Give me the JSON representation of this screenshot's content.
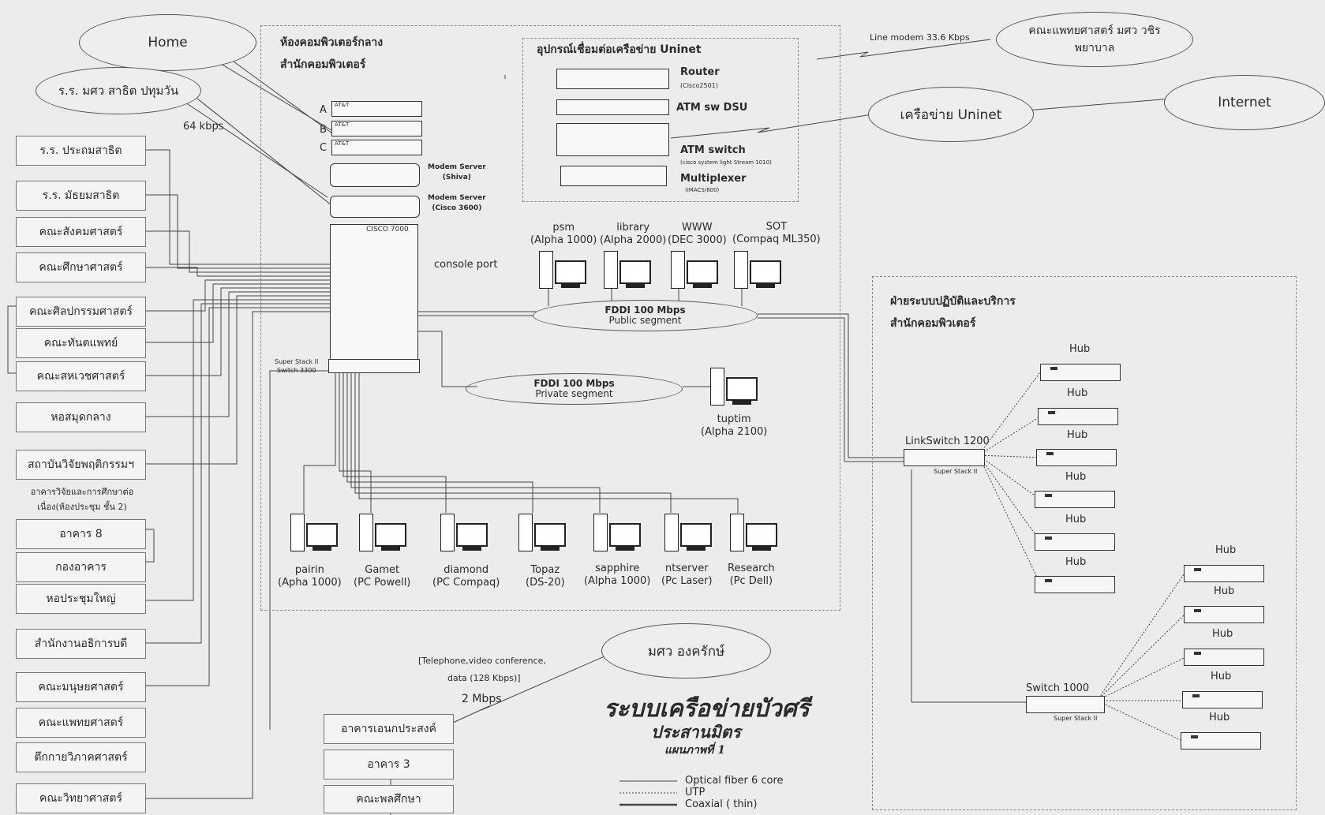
{
  "left_sites": [
    "ร.ร. ประถมสาธิต",
    "ร.ร. มัธยมสาธิต",
    "คณะสังคมศาสตร์",
    "คณะศึกษาศาสตร์",
    "คณะศิลปกรรมศาสตร์",
    "คณะทันตแพทย์",
    "คณะสหเวชศาสตร์",
    "หอสมุดกลาง",
    "สถาบันวิจัยพฤติกรรมฯ",
    "อาคาร 8",
    "กองอาคาร",
    "หอประชุมใหญ่",
    "สำนักงานอธิการบดี",
    "คณะมนุษยศาสตร์",
    "คณะแพทยศาสตร์",
    "ตึกกายวิภาคศาสตร์",
    "คณะวิทยาศาสตร์"
  ],
  "research_building_label": "อาคารวิจัยและการศึกษาต่อเนื่อง(ห้องประชุม ชั้น 2)",
  "ellipses": {
    "home": "Home",
    "patumwan": "ร.ร. มศว สาธิต ปทุมวัน",
    "medicine_vajira": "คณะแพทยศาสตร์ มศว วชิรพยาบาล",
    "uninet": "เครือข่าย Uninet",
    "internet": "Internet",
    "ongkharak": "มศว องครักษ์"
  },
  "links": {
    "kbps64": "64 kbps",
    "line_modem": "Line modem 33.6 Kbps",
    "telephone": "[Telephone,video conference,",
    "telephone2": "data (128 Kbps)]",
    "mbps2": "2 Mbps"
  },
  "central_room": {
    "line1": "ห้องคอมพิวเตอร์กลาง",
    "line2": "สำนักคอมพิวเตอร์"
  },
  "uninet_box": {
    "title": "อุปกรณ์เชื่อมต่อเครือข่าย Uninet",
    "router": "Router",
    "router_sub": "(Cisco2501)",
    "atm_dsu": "ATM sw DSU",
    "atm_switch": "ATM switch",
    "atm_switch_sub": "(cisco system light Stream 1010)",
    "multiplexer": "Multiplexer",
    "multiplexer_sub": "(IMACS/800)"
  },
  "modems": {
    "rows": [
      "A",
      "B",
      "C"
    ],
    "att": "AT&T",
    "shiva1": "Modem Server",
    "shiva2": "(Shiva)",
    "cisco1": "Modem Server",
    "cisco2": "(Cisco 3600)"
  },
  "cisco7000": "CISCO 7000",
  "console_port": "console port",
  "superstack": {
    "line1": "Super Stack II",
    "line2": "Switch 3300"
  },
  "fddi_public": {
    "line1": "FDDI 100 Mbps",
    "line2": "Public segment"
  },
  "fddi_private": {
    "line1": "FDDI 100 Mbps",
    "line2": "Private segment"
  },
  "servers_top": [
    {
      "name": "psm",
      "model": "(Alpha 1000)"
    },
    {
      "name": "library",
      "model": "(Alpha 2000)"
    },
    {
      "name": "WWW",
      "model": "(DEC 3000)"
    },
    {
      "name": "SOT",
      "model": "(Compaq ML350)"
    }
  ],
  "tuptim": {
    "name": "tuptim",
    "model": "(Alpha 2100)"
  },
  "servers_bottom": [
    {
      "name": "pairin",
      "model": "(Apha 1000)"
    },
    {
      "name": "Gamet",
      "model": "(PC Powell)"
    },
    {
      "name": "diamond",
      "model": "(PC Compaq)"
    },
    {
      "name": "Topaz",
      "model": "(DS-20)"
    },
    {
      "name": "sapphire",
      "model": "(Alpha 1000)"
    },
    {
      "name": "ntserver",
      "model": "(Pc Laser)"
    },
    {
      "name": "Research",
      "model": "(Pc Dell)"
    }
  ],
  "ops_dept": {
    "line1": "ฝ่ายระบบปฏิบัติและบริการ",
    "line2": "สำนักคอมพิวเตอร์"
  },
  "hub_label": "Hub",
  "linkswitch": {
    "name": "LinkSwitch 1200",
    "sub": "Super Stack II"
  },
  "switch1000": {
    "name": "Switch 1000",
    "sub": "Super Stack II"
  },
  "bottom_buildings": [
    "อาคารเอนกประสงค์",
    "อาคาร 3",
    "คณะพลศึกษา"
  ],
  "title": {
    "main": "ระบบเครือข่ายบัวศรี",
    "sub": "ประสานมิตร",
    "page": "แผนภาพที่ 1"
  },
  "legend": [
    "Optical  fiber 6 core",
    "UTP",
    "Coaxial ( thin)"
  ]
}
